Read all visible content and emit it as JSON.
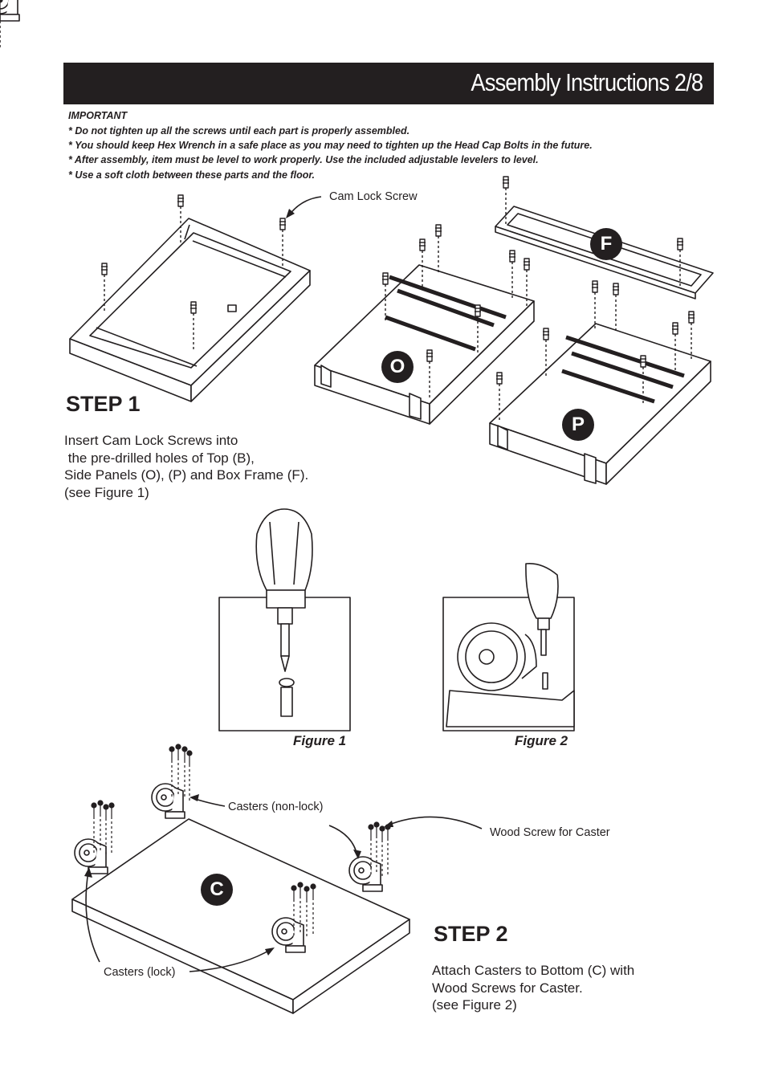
{
  "header": {
    "title": "Assembly Instructions 2/8"
  },
  "important": {
    "heading": "IMPORTANT",
    "notes": [
      "* Do not tighten up all the screws until each part is properly assembled.",
      "* You should keep Hex Wrench in a safe place as you may need to tighten up the Head Cap Bolts in the future.",
      "* After assembly, item must be level to work properly. Use the included adjustable levelers to level.",
      "* Use a soft cloth between these parts and the floor."
    ]
  },
  "step1": {
    "title": "STEP 1",
    "text": "Insert Cam Lock Screws into\n the pre-drilled holes of Top (B),\nSide Panels (O), (P) and Box Frame (F).\n(see Figure 1)",
    "callout": "Cam Lock Screw",
    "labels": {
      "o": "O",
      "p": "P",
      "f": "F"
    }
  },
  "figures": {
    "figure1": "Figure 1",
    "figure2": "Figure 2"
  },
  "step2": {
    "title": "STEP 2",
    "text": "Attach Casters to Bottom (C) with\nWood Screws for Caster.\n(see Figure 2)",
    "callouts": {
      "nonlock": "Casters (non-lock)",
      "woodscrew": "Wood Screw for Caster",
      "lock": "Casters (lock)"
    },
    "labels": {
      "c": "C"
    }
  }
}
